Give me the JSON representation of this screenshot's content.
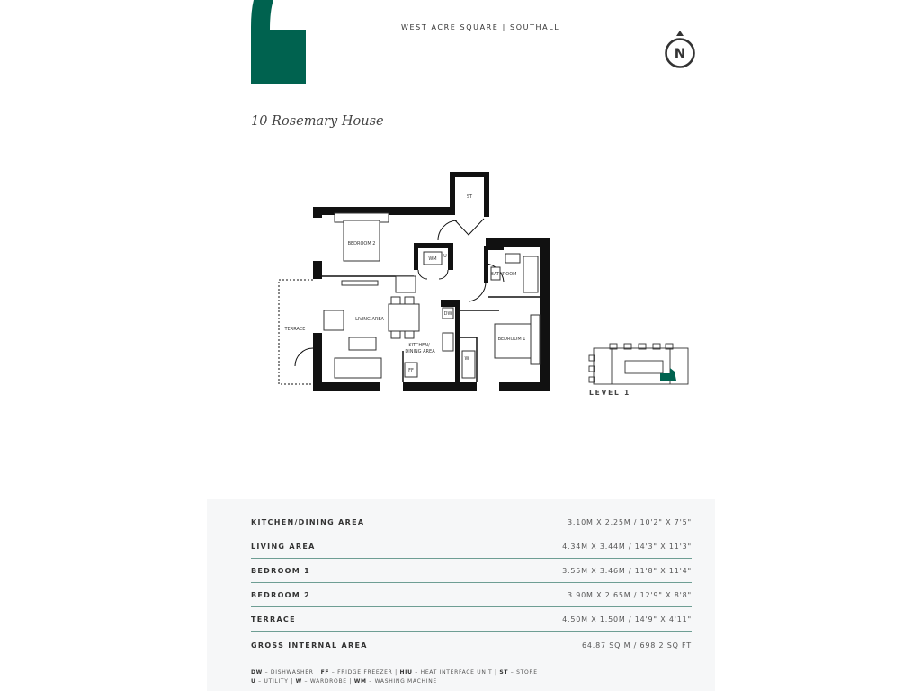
{
  "header": {
    "development": "WEST ACRE SQUARE | SOUTHALL",
    "compass_letter": "N",
    "compass_icon": "north-compass-icon",
    "brand_color": "#00624f"
  },
  "unit": {
    "title": "10 Rosemary House"
  },
  "floorplan": {
    "rooms": {
      "store": "ST",
      "bedroom2": "BEDROOM 2",
      "wm": "WM",
      "utility": "U",
      "bathroom": "BATHROOM",
      "living": "LIVING AREA",
      "terrace": "TERRACE",
      "kitchen1": "KITCHEN/",
      "kitchen2": "DINING AREA",
      "dw": "DW",
      "ff": "FF",
      "wardrobe": "W",
      "bedroom1": "BEDROOM 1"
    },
    "keyplan_label": "LEVEL 1",
    "highlight_color": "#00624f"
  },
  "dimensions": {
    "rows": [
      {
        "room": "KITCHEN/DINING AREA",
        "size": "3.10M X 2.25M / 10'2\" X 7'5\""
      },
      {
        "room": "LIVING AREA",
        "size": "4.34M X 3.44M / 14'3\" X 11'3\""
      },
      {
        "room": "BEDROOM 1",
        "size": "3.55M X 3.46M / 11'8\" X 11'4\""
      },
      {
        "room": "BEDROOM 2",
        "size": "3.90M X 2.65M / 12'9\" X 8'8\""
      },
      {
        "room": "TERRACE",
        "size": "4.50M X 1.50M / 14'9\" X 4'11\""
      }
    ],
    "gia": {
      "label": "GROSS INTERNAL AREA",
      "value": "64.87 SQ M / 698.2 SQ FT"
    },
    "rule_color": "#6e9e94"
  },
  "legend": {
    "line1": [
      {
        "abbr": "DW",
        "text": " – DISHWASHER | "
      },
      {
        "abbr": "FF",
        "text": " – FRIDGE FREEZER | "
      },
      {
        "abbr": "HIU",
        "text": " – HEAT INTERFACE UNIT | "
      },
      {
        "abbr": "ST",
        "text": " – STORE |"
      }
    ],
    "line2": [
      {
        "abbr": "U",
        "text": " – UTILITY | "
      },
      {
        "abbr": "W",
        "text": " – WARDROBE | "
      },
      {
        "abbr": "WM",
        "text": " – WASHING MACHINE"
      }
    ]
  }
}
